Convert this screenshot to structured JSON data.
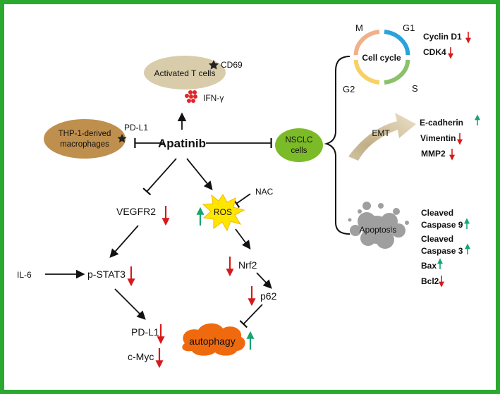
{
  "colors": {
    "frame": "#2aa82f",
    "tcell": "#d8ccaa",
    "macro": "#bf8f4e",
    "nsclc": "#7cbb28",
    "ros": "#ffe600",
    "autophagy": "#ef6a0e",
    "apoptosis": "#9f9f9f",
    "emt_arrow": "#cfbe9a",
    "down": "#d7191c",
    "up": "#16a56f",
    "cycle_m": "#f2b08a",
    "cycle_g1": "#29a3dc",
    "cycle_s": "#8cc16b",
    "cycle_g2": "#f7d166"
  },
  "center": {
    "drug": "Apatinib"
  },
  "tcells": {
    "label": "Activated T cells",
    "marker": "CD69",
    "cytokine": "IFN-γ"
  },
  "macrophages": {
    "line1": "THP-1-derived",
    "line2": "macrophages",
    "marker": "PD-L1"
  },
  "nsclc": {
    "line1": "NSCLC",
    "line2": "cells"
  },
  "left_path": {
    "receptor": "VEGFR2",
    "il6": "IL-6",
    "stat": "p-STAT3",
    "pdl1": "PD-L1",
    "cmyc": "c-Myc"
  },
  "right_path": {
    "ros": "ROS",
    "nac": "NAC",
    "nrf2": "Nrf2",
    "p62": "p62",
    "autophagy": "autophagy"
  },
  "cell_cycle": {
    "title": "Cell cycle",
    "phases": [
      "M",
      "G1",
      "S",
      "G2"
    ],
    "markers": [
      "Cyclin D1",
      "CDK4"
    ]
  },
  "emt": {
    "label": "EMT",
    "markers": [
      "E-cadherin",
      "Vimentin",
      "MMP2"
    ]
  },
  "apoptosis": {
    "label": "Apoptosis",
    "markers": [
      "Cleaved",
      "Caspase 9",
      "Cleaved",
      "Caspase 3",
      "Bax",
      "Bcl2"
    ]
  }
}
